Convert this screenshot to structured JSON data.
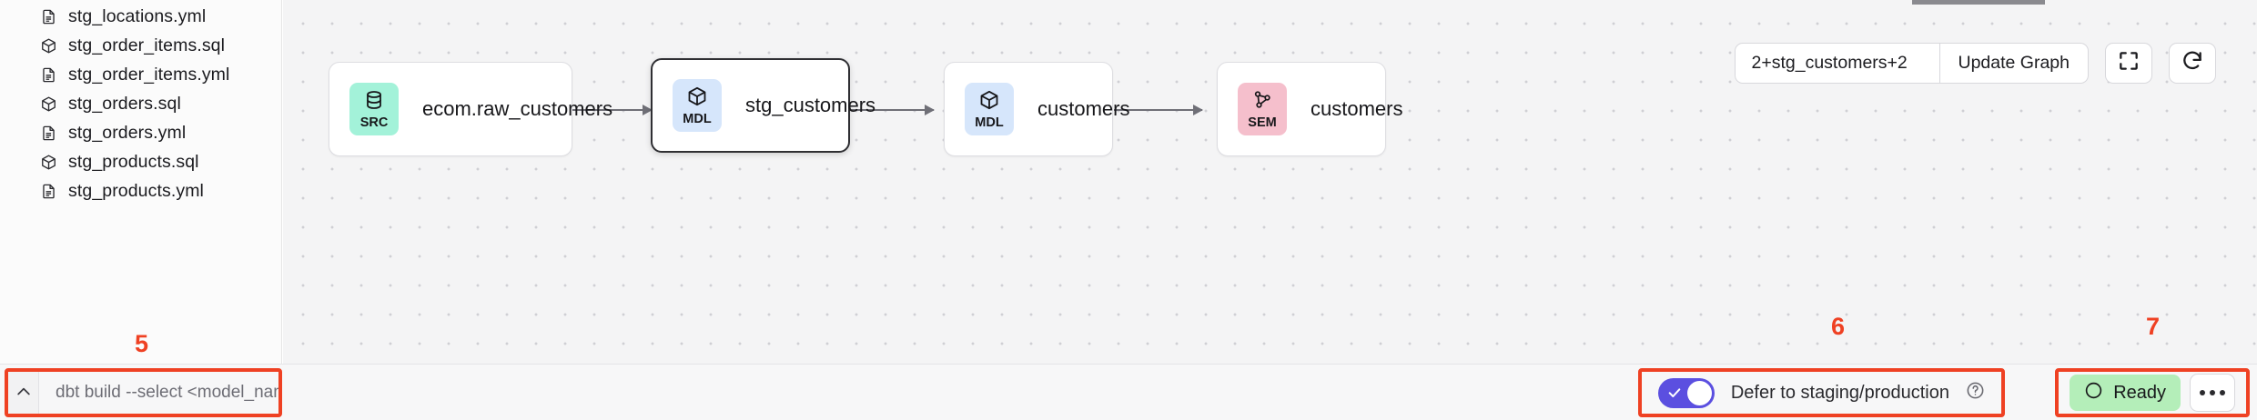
{
  "sidebar": {
    "files": [
      {
        "name": "stg_locations.yml",
        "icon": "file-document-icon",
        "type": "yml"
      },
      {
        "name": "stg_order_items.sql",
        "icon": "cube-model-icon",
        "type": "sql"
      },
      {
        "name": "stg_order_items.yml",
        "icon": "file-document-icon",
        "type": "yml"
      },
      {
        "name": "stg_orders.sql",
        "icon": "cube-model-icon",
        "type": "sql"
      },
      {
        "name": "stg_orders.yml",
        "icon": "file-document-icon",
        "type": "yml"
      },
      {
        "name": "stg_products.sql",
        "icon": "cube-model-icon",
        "type": "sql"
      },
      {
        "name": "stg_products.yml",
        "icon": "file-document-icon",
        "type": "yml"
      }
    ]
  },
  "graph": {
    "toolbar": {
      "selector_value": "2+stg_customers+2",
      "update_label": "Update Graph",
      "fullscreen_icon": "fullscreen-icon",
      "refresh_icon": "refresh-icon"
    },
    "nodes": [
      {
        "badge": "SRC",
        "title": "ecom.raw_customers",
        "color": "#a3f2d9",
        "icon": "database-icon",
        "selected": false
      },
      {
        "badge": "MDL",
        "title": "stg_customers",
        "color": "#d6e6fb",
        "icon": "cube-model-icon",
        "selected": true
      },
      {
        "badge": "MDL",
        "title": "customers",
        "color": "#d6e6fb",
        "icon": "cube-model-icon",
        "selected": false
      },
      {
        "badge": "SEM",
        "title": "customers",
        "color": "#f5bfcc",
        "icon": "semantic-graph-icon",
        "selected": false
      }
    ]
  },
  "bottom_bar": {
    "command_placeholder": "dbt build --select <model_name>",
    "command_value": "",
    "collapse_icon": "chevron-up-icon",
    "defer_label": "Defer to staging/production",
    "defer_enabled": true,
    "help_icon": "help-circle-icon",
    "status_label": "Ready",
    "status_color": "#b4eeb9",
    "more_icon": "more-horizontal-icon"
  },
  "annotations": [
    {
      "number": "5"
    },
    {
      "number": "6"
    },
    {
      "number": "7"
    }
  ],
  "colors": {
    "accent_purple": "#5b4fe0",
    "annotation_red": "#ef4123",
    "ready_green": "#b4eeb9"
  }
}
